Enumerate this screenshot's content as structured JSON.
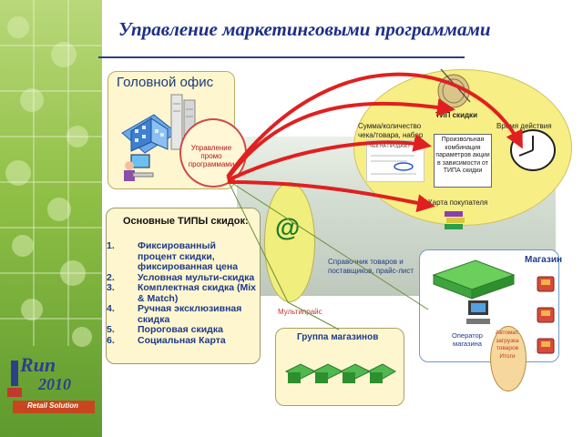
{
  "title": "Управление маркетинговыми программами",
  "head_office": {
    "label": "Головной офис",
    "promo_management": "Управление промо программами"
  },
  "discount_types": {
    "title": "Основные ТИПЫ скидок:",
    "items": [
      {
        "num": "1.",
        "text": "Фиксированный процент скидки, фиксированная цена"
      },
      {
        "num": "2.",
        "text": "Условная мульти-скидка"
      },
      {
        "num": "3.",
        "text": "Комплектная скидка (Mix & Match)"
      },
      {
        "num": "4.",
        "text": "Ручная эксклюзивная скидка"
      },
      {
        "num": "5.",
        "text": "Пороговая скидка"
      },
      {
        "num": "6.",
        "text": "Социальная Карта"
      }
    ]
  },
  "discount_params": {
    "type_label": "ТИП скидки",
    "amount_label": "Сумма/количество чека/товара, набор",
    "time_label": "Время действия",
    "card_label": "Карта покупателя",
    "combination": "Произвольная комбинация параметров акции в зависимости от ТИПА скидки",
    "receipt_header": "ЧЕК НА ПРОДАЖУ"
  },
  "internet": {
    "symbol": "@",
    "reference_label": "Справочник товаров и поставщиков, прайс-лист",
    "multiprice_label": "Мультипрайс"
  },
  "store_group": {
    "label": "Группа магазинов"
  },
  "store": {
    "label": "Магазин",
    "operator_label": "Оператор магазина",
    "auto_label": "Автомат. загрузка товаров Итоги"
  },
  "logo": {
    "brand": "Run",
    "year": "2010",
    "tagline": "Retail Solution"
  },
  "colors": {
    "title": "#1c2f86",
    "arrow": "#e02020",
    "line": "#6a8f3a",
    "accent": "#1e3a8a"
  }
}
